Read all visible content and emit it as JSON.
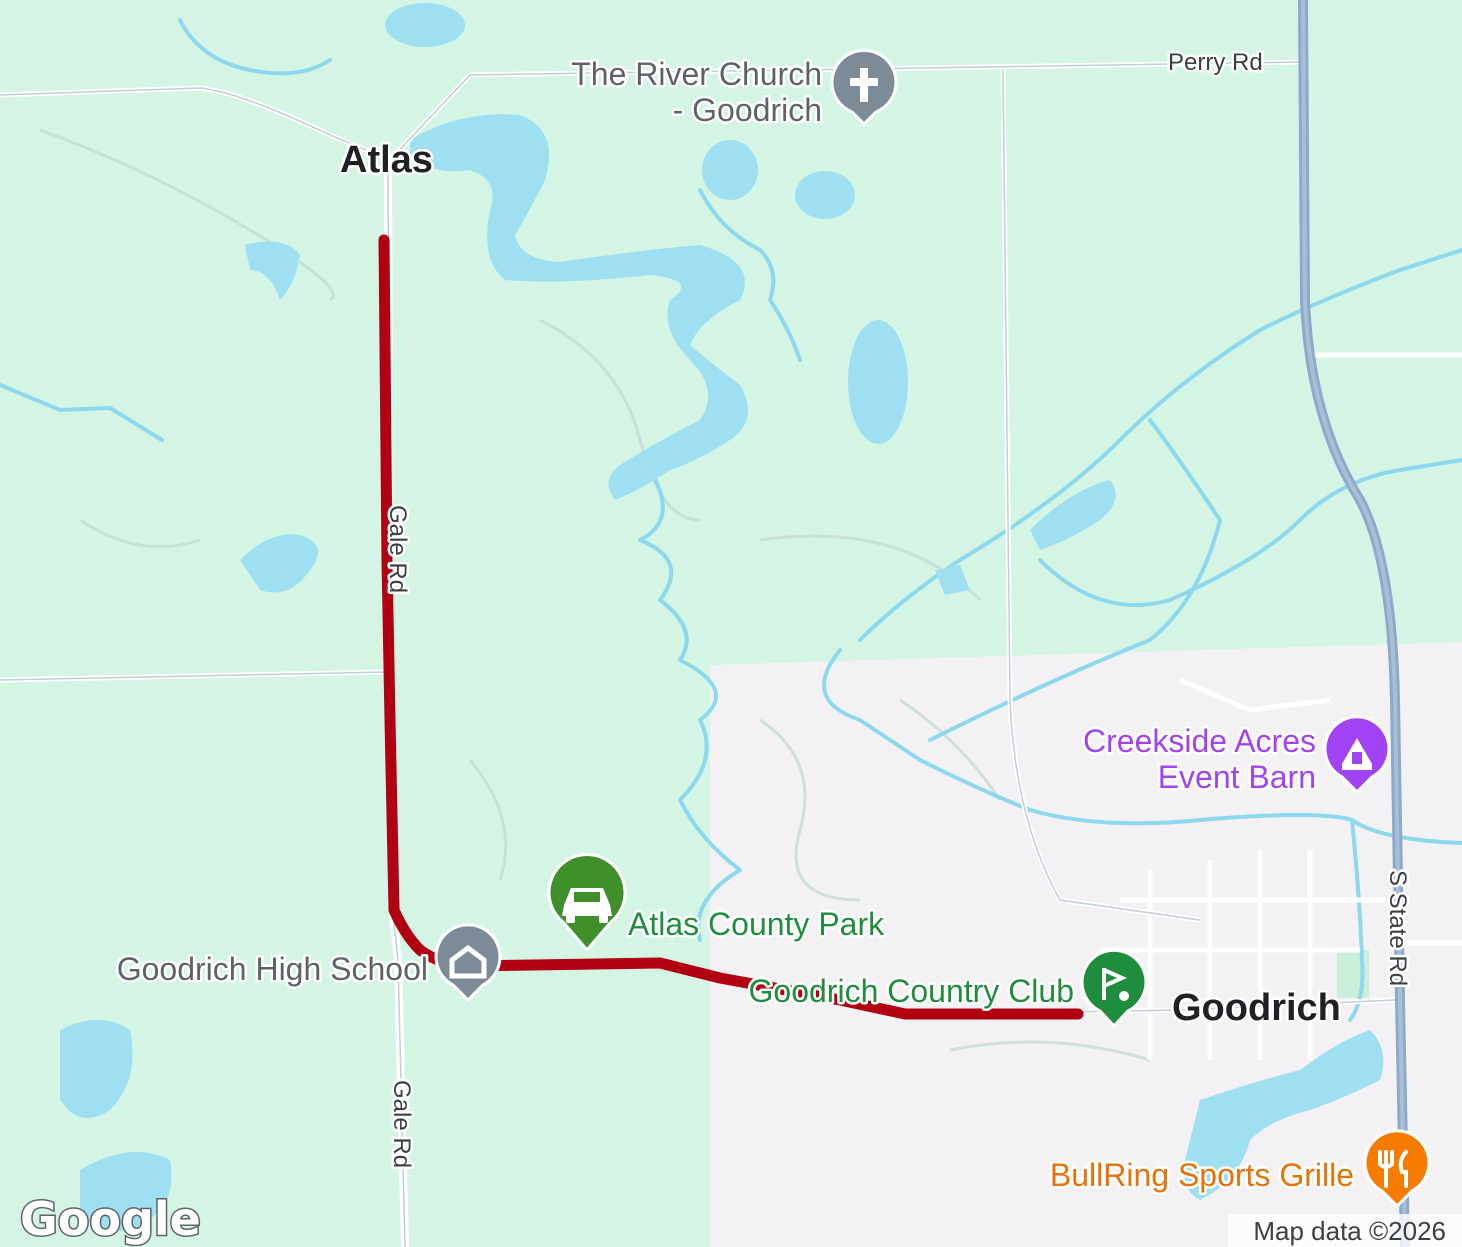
{
  "map": {
    "places": {
      "atlas": "Atlas",
      "goodrich": "Goodrich"
    },
    "roads": {
      "perry_rd": "Perry Rd",
      "gale_rd_upper": "Gale Rd",
      "gale_rd_lower": "Gale Rd",
      "s_state_rd": "S State Rd"
    },
    "pois": {
      "river_church_line1": "The River Church",
      "river_church_line2": "- Goodrich",
      "atlas_county_park": "Atlas County Park",
      "goodrich_high_school": "Goodrich High School",
      "goodrich_country_club": "Goodrich Country Club",
      "creekside_line1": "Creekside Acres",
      "creekside_line2": "Event Barn",
      "bullring": "BullRing Sports Grille"
    },
    "icons": {
      "church": "church-icon",
      "park": "car-icon",
      "school": "school-icon",
      "golf": "golf-icon",
      "event": "event-venue-icon",
      "restaurant": "fork-knife-icon"
    },
    "colors": {
      "forest": "#d4f5e4",
      "urban": "#f3f1f4",
      "water": "#9ee0f2",
      "highway": "#8eaacb",
      "route": "#b00012",
      "church_pin": "#7d8b99",
      "park_pin": "#3f8f2b",
      "golf_pin": "#1e8e3e",
      "event_pin": "#a142f4",
      "restaurant_pin": "#f57c00"
    },
    "attribution": "Map data ©2026",
    "logo": "Google"
  }
}
